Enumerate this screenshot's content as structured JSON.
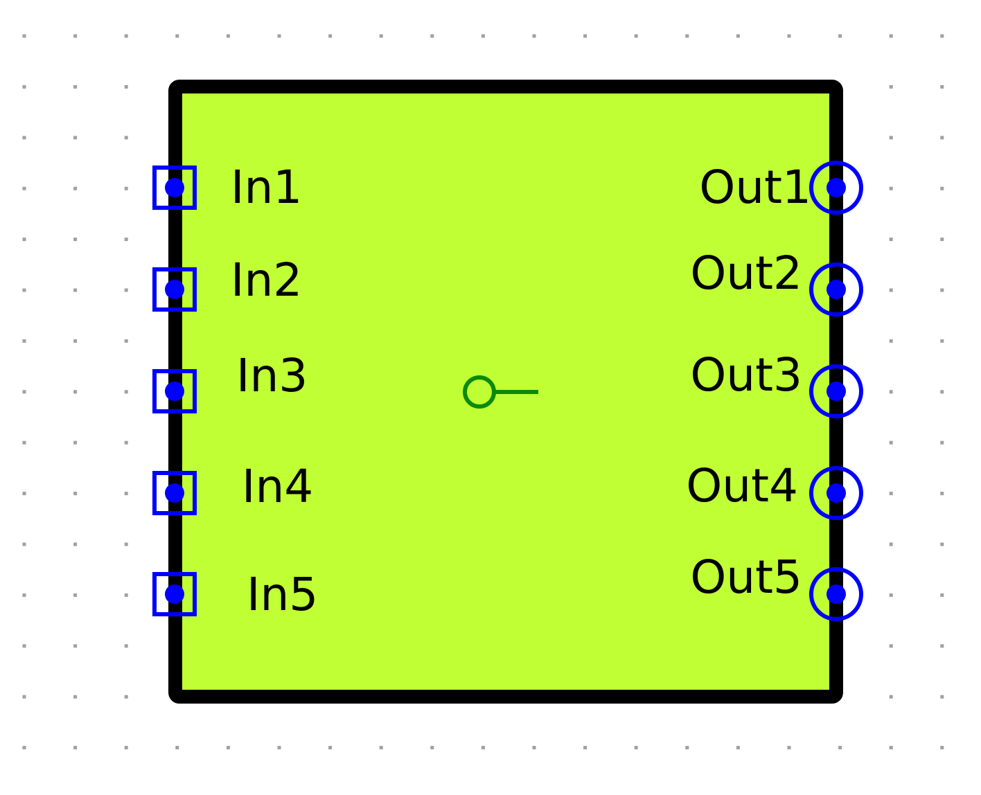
{
  "block": {
    "fill": "#c0ff33",
    "stroke": "#000000"
  },
  "inputs": [
    {
      "label": "In1"
    },
    {
      "label": "In2"
    },
    {
      "label": "In3"
    },
    {
      "label": "In4"
    },
    {
      "label": "In5"
    }
  ],
  "outputs": [
    {
      "label": "Out1"
    },
    {
      "label": "Out2"
    },
    {
      "label": "Out3"
    },
    {
      "label": "Out4"
    },
    {
      "label": "Out5"
    }
  ],
  "colors": {
    "port": "#0000ff",
    "center_symbol": "#0a8a0a",
    "grid_dot": "#a0a0a0",
    "background": "#ffffff"
  },
  "icons": {
    "input_port": "square-port-icon",
    "output_port": "circle-port-icon",
    "center_marker": "lollipop-symbol-icon"
  }
}
